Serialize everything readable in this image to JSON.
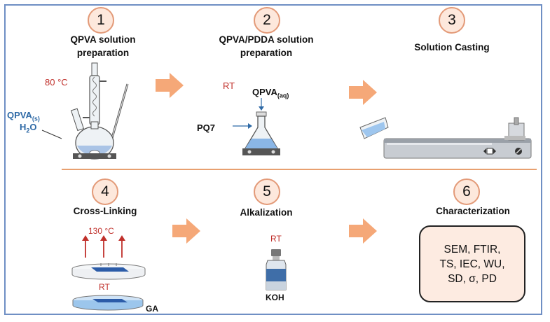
{
  "steps": [
    {
      "number": "1",
      "title": "QPVA solution preparation"
    },
    {
      "number": "2",
      "title": "QPVA/PDDA solution preparation"
    },
    {
      "number": "3",
      "title": "Solution Casting"
    },
    {
      "number": "4",
      "title": "Cross-Linking"
    },
    {
      "number": "5",
      "title": "Alkalization"
    },
    {
      "number": "6",
      "title": "Characterization"
    }
  ],
  "labels": {
    "s1_temp": "80 °C",
    "s1_reagent_main": "QPVA",
    "s1_reagent_sub": "(s)",
    "s1_water_main": "H",
    "s1_water_sub": "2",
    "s1_water_tail": "O",
    "s2_rt": "RT",
    "s2_reagent_main": "QPVA",
    "s2_reagent_sub": "(aq)",
    "s2_pq7": "PQ7",
    "s4_temp": "130 °C",
    "s4_rt": "RT",
    "s4_ga": "GA",
    "s5_rt": "RT",
    "s5_koh": "KOH"
  },
  "characterization": "SEM, FTIR,\nTS, IEC, WU,\nSD, σ, PD",
  "colors": {
    "arrow": "#f5a878",
    "frame": "#6f8fc4",
    "badge_fill": "#fde8dc",
    "badge_border": "#e39a78",
    "red_text": "#c0302b",
    "blue_text": "#2f6aa6",
    "box_fill": "#fdebe1"
  }
}
